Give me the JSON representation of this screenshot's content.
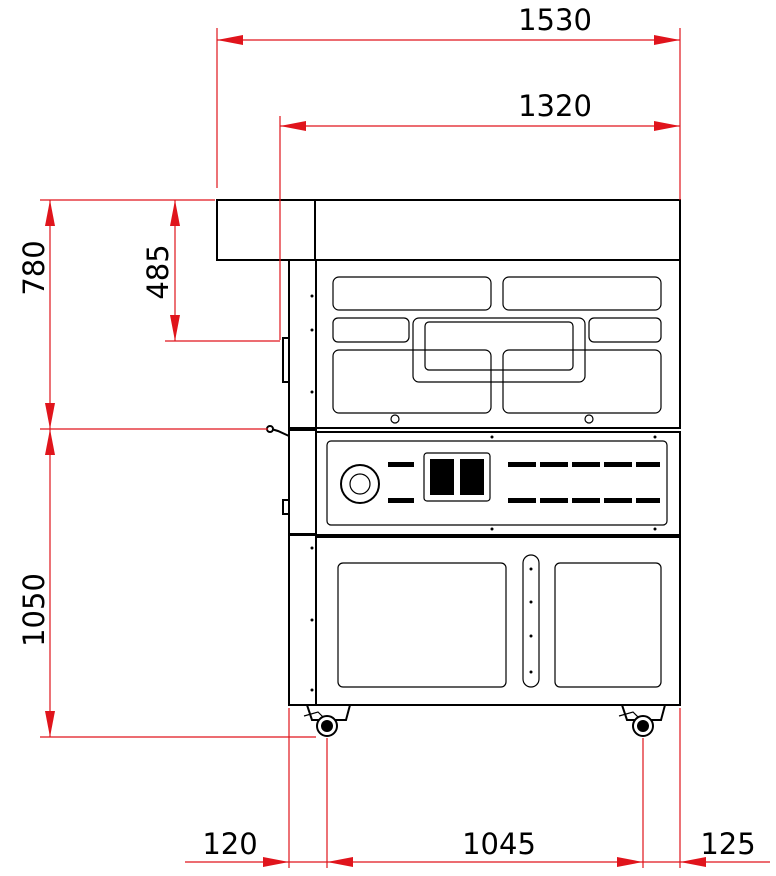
{
  "dimensions": {
    "top_outer": "1530",
    "top_inner": "1320",
    "left_upper": "780",
    "left_mid": "485",
    "left_lower": "1050",
    "bottom_left": "120",
    "bottom_mid": "1045",
    "bottom_right": "125"
  },
  "colors": {
    "dimension_lines": "#e0141c",
    "outline": "#000000",
    "background": "#ffffff"
  }
}
